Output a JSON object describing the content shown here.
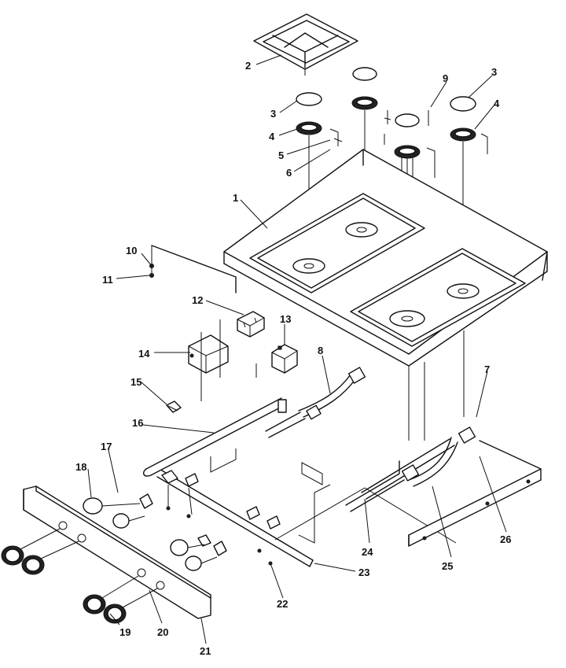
{
  "callouts": [
    {
      "id": "c1",
      "text": "1"
    },
    {
      "id": "c2",
      "text": "2"
    },
    {
      "id": "c3a",
      "text": "3"
    },
    {
      "id": "c3b",
      "text": "3"
    },
    {
      "id": "c4a",
      "text": "4"
    },
    {
      "id": "c4b",
      "text": "4"
    },
    {
      "id": "c5",
      "text": "5"
    },
    {
      "id": "c6",
      "text": "6"
    },
    {
      "id": "c7",
      "text": "7"
    },
    {
      "id": "c8",
      "text": "8"
    },
    {
      "id": "c9",
      "text": "9"
    },
    {
      "id": "c10",
      "text": "10"
    },
    {
      "id": "c11",
      "text": "11"
    },
    {
      "id": "c12",
      "text": "12"
    },
    {
      "id": "c13",
      "text": "13"
    },
    {
      "id": "c14",
      "text": "14"
    },
    {
      "id": "c15",
      "text": "15"
    },
    {
      "id": "c16",
      "text": "16"
    },
    {
      "id": "c17",
      "text": "17"
    },
    {
      "id": "c18",
      "text": "18"
    },
    {
      "id": "c19",
      "text": "19"
    },
    {
      "id": "c20",
      "text": "20"
    },
    {
      "id": "c21",
      "text": "21"
    },
    {
      "id": "c22",
      "text": "22"
    },
    {
      "id": "c23",
      "text": "23"
    },
    {
      "id": "c24",
      "text": "24"
    },
    {
      "id": "c25",
      "text": "25"
    },
    {
      "id": "c26",
      "text": "26"
    }
  ]
}
